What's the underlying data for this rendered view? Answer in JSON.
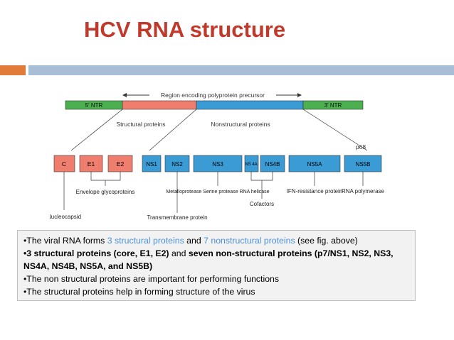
{
  "slide": {
    "title": "HCV RNA structure",
    "colors": {
      "title": "#c0392b",
      "accent_orange": "#e07b3a",
      "accent_blue": "#a7bed6",
      "highlight_text": "#4a90d9"
    }
  },
  "diagram": {
    "region_label": "Region encoding polyprotein precursor",
    "ntr5": "5' NTR",
    "ntr3": "3' NTR",
    "structural_label": "Structural proteins",
    "nonstructural_label": "Nonstructural proteins",
    "p68": "p68",
    "proteins": [
      "C",
      "E1",
      "E2",
      "NS1",
      "NS2",
      "NS3",
      "NS 4A",
      "NS4B",
      "NS5A",
      "NS5B"
    ],
    "annotations": {
      "envelope": "Envelope glycoproteins",
      "nucleocapsid": "Nucleocapsid",
      "transmembrane": "Transmembrane protein",
      "ns3_functions": "Metalloprotease Serine protease RNA helicase",
      "cofactors": "Cofactors",
      "ifn": "IFN-resistance protein",
      "rna_poly": "RNA polymerase"
    },
    "colors": {
      "ntr": "#4caf50",
      "structural": "#f07e6e",
      "nonstructural": "#3a9bd5"
    }
  },
  "notes": {
    "line1": {
      "a": "•The viral RNA forms ",
      "b": "3 structural proteins",
      "c": " and ",
      "d": "7 nonstructural proteins",
      "e": " (see fig. above)"
    },
    "line2": {
      "a": "•3 structural proteins (core, E1, E2)",
      "b": " and ",
      "c": "seven non-structural proteins (p7/NS1, NS2, NS3, NS4A, NS4B, NS5A, and NS5B)"
    },
    "line3": "•The non structural proteins are important for performing functions",
    "line4": "•The structural proteins help in forming structure of the virus"
  }
}
